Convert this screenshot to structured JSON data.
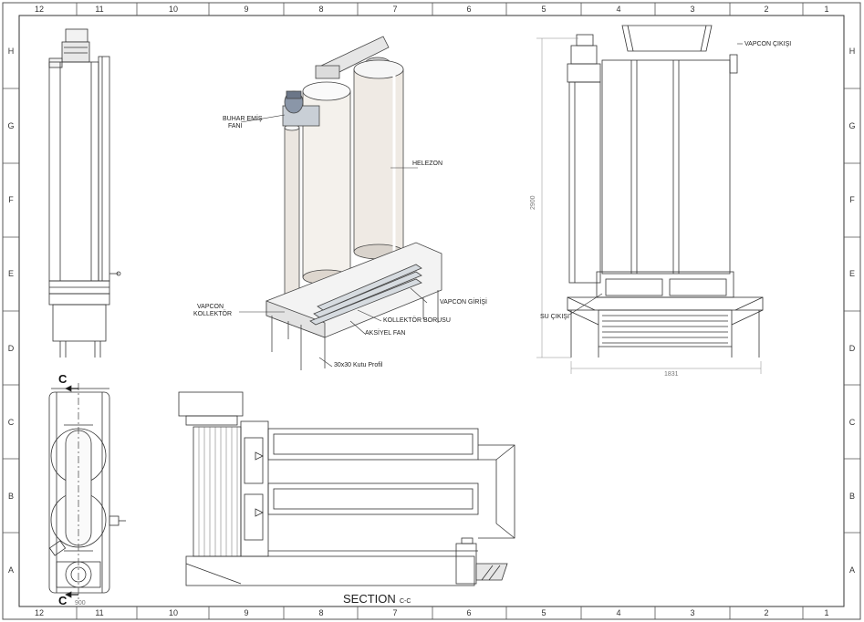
{
  "border": {
    "columns_top": [
      "12",
      "11",
      "10",
      "9",
      "8",
      "7",
      "6",
      "5",
      "4",
      "3",
      "2",
      "1"
    ],
    "columns_bottom": [
      "12",
      "11",
      "10",
      "9",
      "8",
      "7",
      "6",
      "5",
      "4",
      "3",
      "2",
      "1"
    ],
    "rows_left": [
      "H",
      "G",
      "F",
      "E",
      "D",
      "C",
      "B",
      "A"
    ],
    "rows_right": [
      "H",
      "G",
      "F",
      "E",
      "D",
      "C",
      "B",
      "A"
    ]
  },
  "iso_view": {
    "labels": {
      "buhar_emis": "BUHAR EMİŞ",
      "buhar_fani": "FANI",
      "helezon": "HELEZON",
      "vapcon_girisi": "VAPCON GİRİŞİ",
      "vapcon_kollektor_1": "VAPCON",
      "vapcon_kollektor_2": "KOLLEKTÖR",
      "kollektor_borusu": "KOLLEKTÖR BORUSU",
      "aksiyel_fan": "AKSİYEL FAN",
      "profil": "30x30 Kutu Profil"
    }
  },
  "front_view": {
    "labels": {
      "vapcon_cikisi": "VAPCON ÇIKIŞI",
      "su_cikisi": "SU ÇIKIŞI"
    },
    "dims": {
      "height": "2900",
      "width": "1831"
    }
  },
  "left_view": {
    "dims": {
      "width": "900"
    },
    "section_marks": {
      "top": "C",
      "bottom": "C"
    }
  },
  "section_view": {
    "title": "SECTION",
    "subtitle": "C-C"
  }
}
